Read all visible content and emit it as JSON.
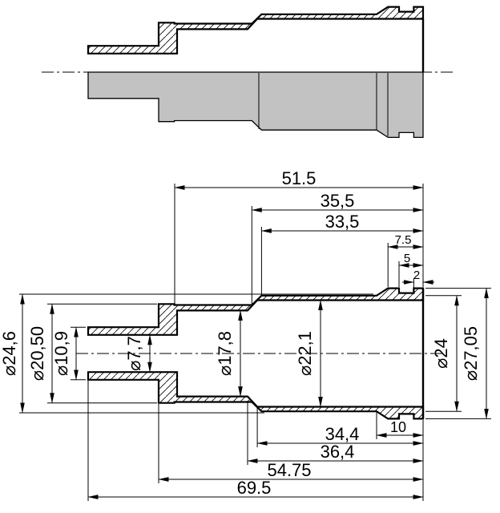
{
  "drawing": {
    "kind": "engineering-section-drawing",
    "colors": {
      "line": "#000000",
      "shade": "#c2c2c2",
      "background": "#ffffff"
    }
  },
  "dimensions": {
    "len_51_5": "51.5",
    "len_35_5": "35,5",
    "len_33_5": "33,5",
    "len_7_5": "7.5",
    "len_5": "5",
    "len_2": "2",
    "len_10": "10",
    "len_34_4": "34,4",
    "len_36_4": "36,4",
    "len_54_75": "54.75",
    "len_69_5": "69.5",
    "dia_24_6": "⌀24,6",
    "dia_20_50": "⌀20,50",
    "dia_10_9": "⌀10,9",
    "dia_7_7": "⌀7,7",
    "dia_17_8": "⌀17,8",
    "dia_22_1": "⌀22,1",
    "dia_24": "⌀24",
    "dia_27_05": "⌀27,05"
  }
}
